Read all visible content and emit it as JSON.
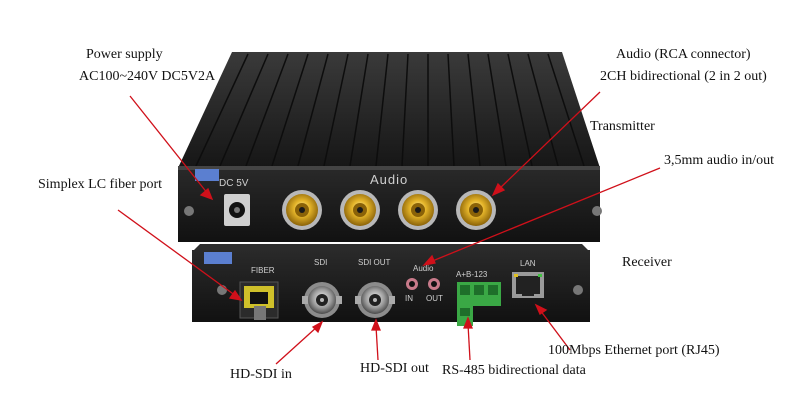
{
  "labels": {
    "power_line1": "Power supply",
    "power_line2": "AC100~240V DC5V2A",
    "audio_line1": "Audio (RCA connector)",
    "audio_line2": "2CH bidirectional (2 in 2 out)",
    "transmitter": "Transmitter",
    "mini_audio": "3,5mm audio in/out",
    "fiber_port": "Simplex LC fiber port",
    "receiver": "Receiver",
    "ethernet": "100Mbps Ethernet port (RJ45)",
    "sdi_in": "HD-SDI in",
    "sdi_out": "HD-SDI out",
    "rs485": "RS-485 bidirectional data"
  },
  "panel": {
    "dc": "DC 5V",
    "audio": "Audio",
    "fiber": "FIBER",
    "sdi": "SDI",
    "sdi_out": "SDI OUT",
    "audio_small": "Audio",
    "in": "IN",
    "out": "OUT",
    "rs485": "A+B-123",
    "lan": "LAN"
  },
  "colors": {
    "arrow": "#d0101a",
    "chassis": "#1b1b1b",
    "rca_gold": "#d9a51c",
    "terminal_green": "#3aa845"
  }
}
